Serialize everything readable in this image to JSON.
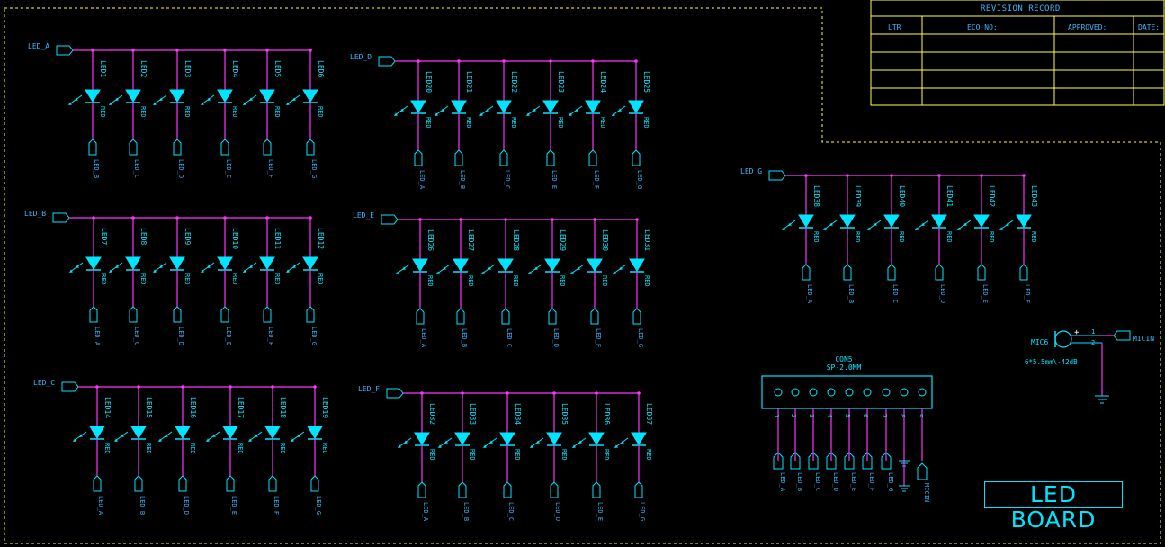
{
  "board_title": "LED BOARD",
  "revision": {
    "title": "REVISION RECORD",
    "headers": [
      "LTR",
      "ECO NO:",
      "APPROVED:",
      "DATE:"
    ]
  },
  "groups": [
    {
      "net": "LED_A",
      "refs": [
        "LED1",
        "LED2",
        "LED3",
        "LED4",
        "LED5",
        "LED6"
      ],
      "value": "RED",
      "cathodes": [
        "LED_B",
        "LED_C",
        "LED_D",
        "LED_E",
        "LED_F",
        "LED_G"
      ]
    },
    {
      "net": "LED_B",
      "refs": [
        "LED7",
        "LED8",
        "LED9",
        "LED10",
        "LED11",
        "LED12"
      ],
      "value": "RED",
      "cathodes": [
        "LED_A",
        "LED_C",
        "LED_D",
        "LED_E",
        "LED_F",
        "LED_G"
      ]
    },
    {
      "net": "LED_C",
      "refs": [
        "LED14",
        "LED15",
        "LED16",
        "LED17",
        "LED18",
        "LED19"
      ],
      "value": "RED",
      "cathodes": [
        "LED_A",
        "LED_B",
        "LED_D",
        "LED_E",
        "LED_F",
        "LED_G"
      ]
    },
    {
      "net": "LED_D",
      "refs": [
        "LED20",
        "LED21",
        "LED22",
        "LED23",
        "LED24",
        "LED25"
      ],
      "value": "RED",
      "cathodes": [
        "LED_A",
        "LED_B",
        "LED_C",
        "LED_E",
        "LED_F",
        "LED_G"
      ]
    },
    {
      "net": "LED_E",
      "refs": [
        "LED26",
        "LED27",
        "LED28",
        "LED29",
        "LED30",
        "LED31"
      ],
      "value": "RED",
      "cathodes": [
        "LED_A",
        "LED_B",
        "LED_C",
        "LED_D",
        "LED_F",
        "LED_G"
      ]
    },
    {
      "net": "LED_F",
      "refs": [
        "LED32",
        "LED33",
        "LED34",
        "LED35",
        "LED36",
        "LED37"
      ],
      "value": "RED",
      "cathodes": [
        "LED_A",
        "LED_B",
        "LED_C",
        "LED_D",
        "LED_E",
        "LED_G"
      ]
    },
    {
      "net": "LED_G",
      "refs": [
        "LED38",
        "LED39",
        "LED40",
        "LED41",
        "LED42",
        "LED43"
      ],
      "value": "RED",
      "cathodes": [
        "LED_A",
        "LED_B",
        "LED_C",
        "LED_D",
        "LED_E",
        "LED_F"
      ]
    }
  ],
  "connector": {
    "ref": "CON5",
    "value": "SP-2.0MM",
    "pins": [
      "1",
      "2",
      "3",
      "4",
      "5",
      "6",
      "7",
      "8",
      "9"
    ],
    "nets": [
      "LED_A",
      "LED_B",
      "LED_C",
      "LED_D",
      "LED_E",
      "LED_F",
      "LED_G",
      "",
      "MICIN"
    ]
  },
  "mic": {
    "ref": "MIC6",
    "value": "6*5.5mm\\-42dB",
    "pins": [
      "1",
      "2"
    ],
    "plus": "+",
    "net": "MICIN"
  },
  "colors": {
    "background": "#000000",
    "wire": "#ff33ff",
    "component": "#00e5ff",
    "label": "#3ab7ff",
    "border": "#ffff44"
  }
}
